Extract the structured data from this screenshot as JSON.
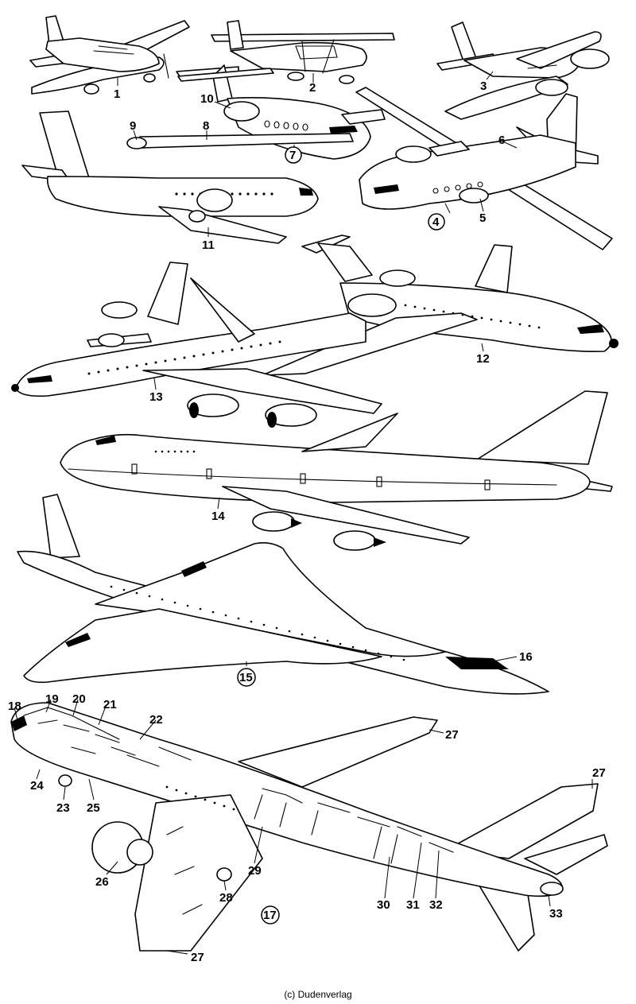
{
  "labels": {
    "n1": "1",
    "n2": "2",
    "n3": "3",
    "n4": "4",
    "n5": "5",
    "n6": "6",
    "n7": "7",
    "n8": "8",
    "n9": "9",
    "n10": "10",
    "n11": "11",
    "n12": "12",
    "n13": "13",
    "n14": "14",
    "n15": "15",
    "n16": "16",
    "n17": "17",
    "n18": "18",
    "n19": "19",
    "n20": "20",
    "n21": "21",
    "n22": "22",
    "n23": "23",
    "n24": "24",
    "n25": "25",
    "n26": "26",
    "n27a": "27",
    "n27b": "27",
    "n27c": "27",
    "n28": "28",
    "n29": "29",
    "n30": "30",
    "n31": "31",
    "n32": "32",
    "n33": "33"
  },
  "copyright": "(c) Dudenverlag"
}
